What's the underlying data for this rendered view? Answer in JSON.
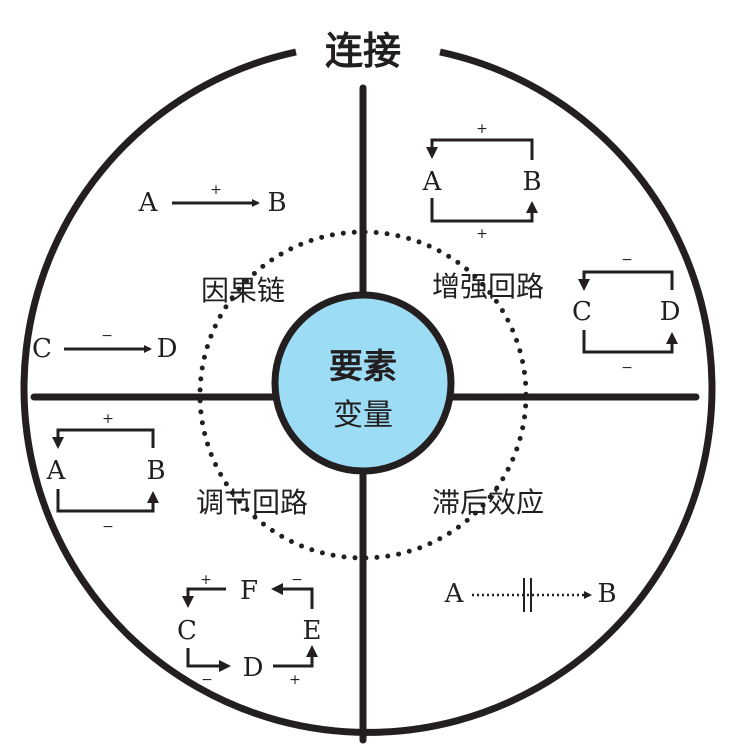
{
  "title": "连接",
  "center": {
    "line1": "要素",
    "line2": "变量",
    "fill": "#9ddcf5"
  },
  "quadrants": {
    "causal_chain": "因果链",
    "reinforcing_loop": "增强回路",
    "balancing_loop": "调节回路",
    "delay_effect": "滞后效应"
  },
  "chain1": {
    "from": "A",
    "to": "B",
    "sign": "+"
  },
  "chain2": {
    "from": "C",
    "to": "D",
    "sign": "−"
  },
  "reinforce1": {
    "a": "A",
    "b": "B",
    "top": "+",
    "bottom": "+"
  },
  "reinforce2": {
    "a": "C",
    "b": "D",
    "top": "−",
    "bottom": "−"
  },
  "balance1": {
    "a": "A",
    "b": "B",
    "top": "+",
    "bottom": "−"
  },
  "balance2": {
    "c": "C",
    "d": "D",
    "e": "E",
    "f": "F",
    "s_fc": "+",
    "s_ef": "−",
    "s_cd": "−",
    "s_de": "+"
  },
  "delay": {
    "from": "A",
    "to": "B"
  }
}
